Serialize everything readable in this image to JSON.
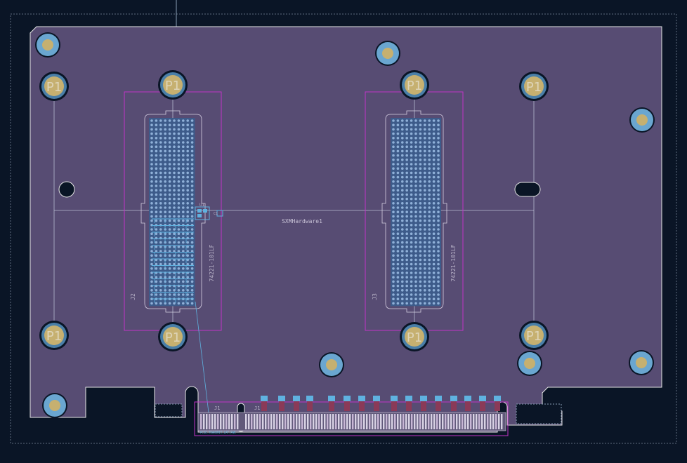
{
  "board": {
    "title": "SXMHardware1",
    "colors": {
      "background": "#0a1526",
      "board_fill": "#5a4d74",
      "edge_cuts": "#e8e8e8",
      "courtyard": "#c233c7",
      "pad_ring": "#6aa6d0",
      "pad_copper": "#c6b070",
      "silk": "#b9b3c8",
      "ratsnest": "#5fb2e0"
    }
  },
  "mounting_holes": {
    "label": "P1"
  },
  "connectors": {
    "j2": {
      "ref": "J2",
      "value": "74221-101LF"
    },
    "j3": {
      "ref": "J3",
      "value": "74221-101LF"
    },
    "j1": {
      "ref": "J1",
      "value": "J1"
    },
    "pcie_note": "PCIE_TRANSMIT_LAT_PWR"
  },
  "small_parts": {
    "u1": "U1",
    "c1": "C1"
  },
  "toolbar_hint": ""
}
